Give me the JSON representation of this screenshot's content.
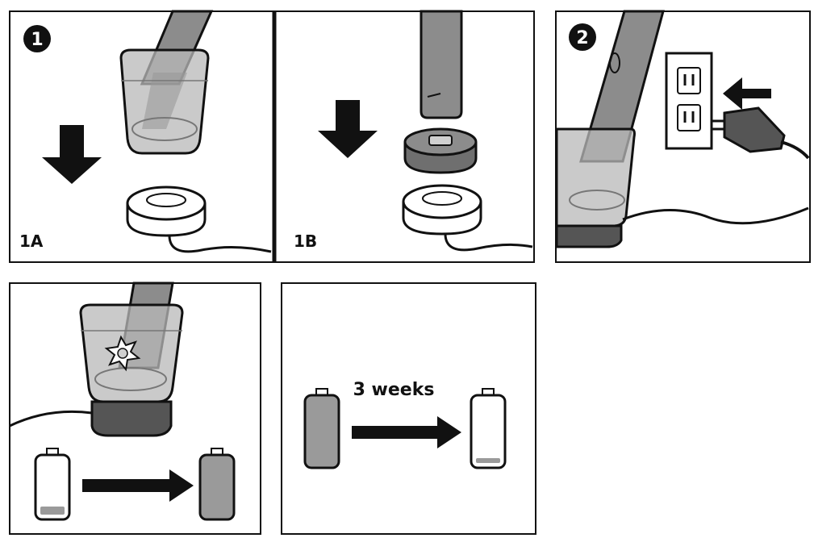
{
  "panels": {
    "step1": {
      "number": "1"
    },
    "step1a": {
      "label": "1A"
    },
    "step1b": {
      "label": "1B"
    },
    "step2": {
      "number": "2"
    },
    "step3": {
      "caption": "3 weeks"
    }
  },
  "icons": [
    "down-arrow-icon",
    "right-arrow-icon",
    "left-arrow-icon",
    "battery-empty-icon",
    "battery-full-icon",
    "charging-light-icon",
    "wall-outlet-icon",
    "power-plug-icon"
  ],
  "colors": {
    "line": "#111111",
    "gray": "#8c8c8c",
    "light_gray": "#c8c8c8",
    "battery_fill": "#9a9a9a",
    "dark_base": "#555555"
  }
}
